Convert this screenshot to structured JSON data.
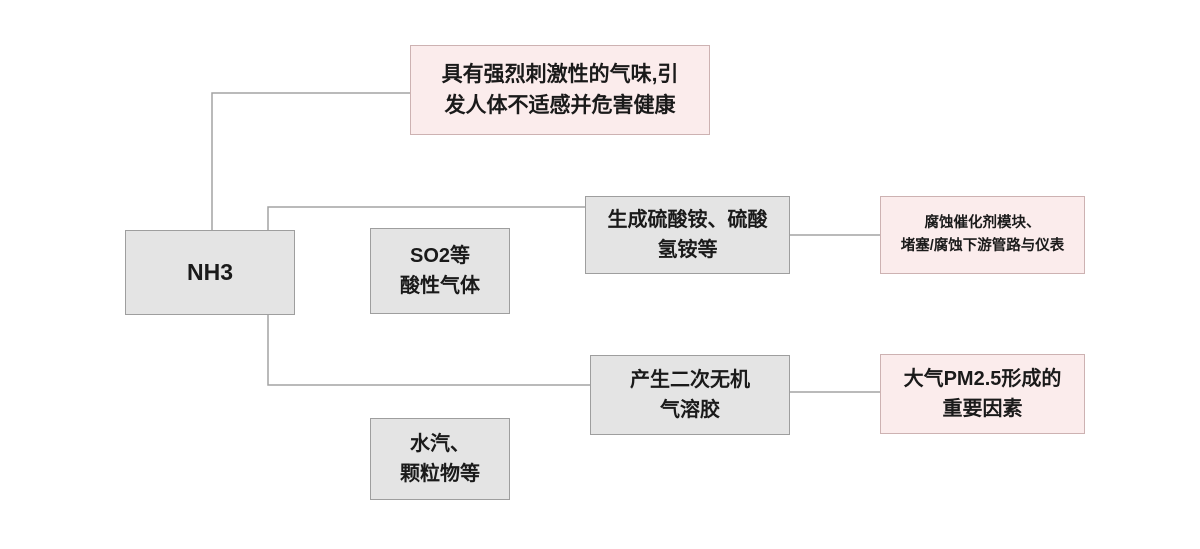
{
  "diagram": {
    "type": "flowchart",
    "subject": "NH3 effects diagram",
    "nodes": {
      "nh3": {
        "label": "NH3"
      },
      "odor": {
        "label": "具有强烈刺激性的气味,引\n发人体不适感并危害健康"
      },
      "so2": {
        "label": "SO2等\n酸性气体"
      },
      "sulfate": {
        "label": "生成硫酸铵、硫酸\n氢铵等"
      },
      "corrosion": {
        "label": "腐蚀催化剂模块、\n堵塞/腐蚀下游管路与仪表"
      },
      "aerosol": {
        "label": "产生二次无机\n气溶胶"
      },
      "pm25": {
        "label": "大气PM2.5形成的\n重要因素"
      },
      "vapor": {
        "label": "水汽、\n颗粒物等"
      }
    },
    "edges": [
      {
        "from": "nh3",
        "to": "odor"
      },
      {
        "from": "nh3",
        "to": "sulfate"
      },
      {
        "from": "nh3",
        "to": "aerosol"
      },
      {
        "from": "sulfate",
        "to": "corrosion"
      },
      {
        "from": "aerosol",
        "to": "pm25"
      }
    ]
  },
  "colors": {
    "gray_fill": "#e4e4e4",
    "gray_border": "#9e9e9e",
    "pink_fill": "#fbecec",
    "pink_border": "#cdb2b2",
    "line": "#a3a3a3",
    "text": "#1a1a1a"
  }
}
